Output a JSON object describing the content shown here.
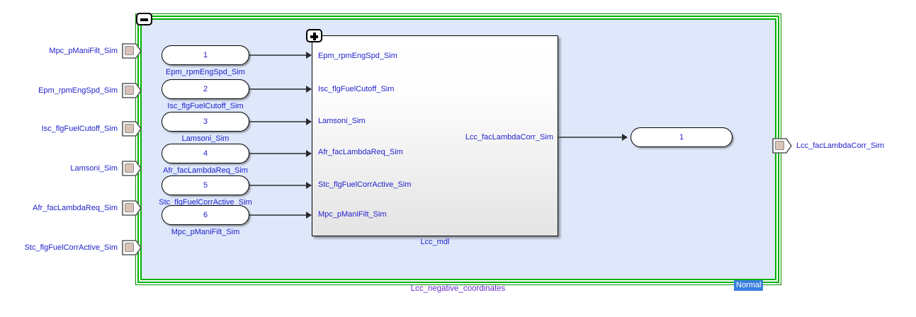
{
  "diagram": {
    "name": "Lcc_negative_coordinates",
    "simulation_mode": "Normal",
    "frame_color": "#00b000",
    "canvas_color": "#dee8fa",
    "label_color": "#2222cc",
    "annotation_color": "#6a2bd0",
    "badge_color": "#3a7fe0"
  },
  "collapse_button": {
    "icon": "minus-icon"
  },
  "subsystem": {
    "name": "Lcc_mdl",
    "expand_button": {
      "icon": "plus-icon"
    },
    "inputs": [
      {
        "label": "Epm_rpmEngSpd_Sim"
      },
      {
        "label": "Isc_flgFuelCutoff_Sim"
      },
      {
        "label": "Lamsoni_Sim"
      },
      {
        "label": "Afr_facLambdaReq_Sim"
      },
      {
        "label": "Stc_flgFuelCorrActive_Sim"
      },
      {
        "label": "Mpc_pManiFilt_Sim"
      }
    ],
    "outputs": [
      {
        "label": "Lcc_facLambdaCorr_Sim"
      }
    ]
  },
  "external_inputs": [
    {
      "label": "Mpc_pManiFilt_Sim"
    },
    {
      "label": "Epm_rpmEngSpd_Sim"
    },
    {
      "label": "Isc_flgFuelCutoff_Sim"
    },
    {
      "label": "Lamsoni_Sim"
    },
    {
      "label": "Afr_facLambdaReq_Sim"
    },
    {
      "label": "Stc_flgFuelCorrActive_Sim"
    }
  ],
  "external_outputs": [
    {
      "label": "Lcc_facLambdaCorr_Sim"
    }
  ],
  "inport_blocks": [
    {
      "number": "1",
      "label": "Epm_rpmEngSpd_Sim"
    },
    {
      "number": "2",
      "label": "Isc_flgFuelCutoff_Sim"
    },
    {
      "number": "3",
      "label": "Lamsoni_Sim"
    },
    {
      "number": "4",
      "label": "Afr_facLambdaReq_Sim"
    },
    {
      "number": "5",
      "label": "Stc_flgFuelCorrActive_Sim"
    },
    {
      "number": "6",
      "label": "Mpc_pManiFilt_Sim"
    }
  ],
  "outport_blocks": [
    {
      "number": "1"
    }
  ]
}
